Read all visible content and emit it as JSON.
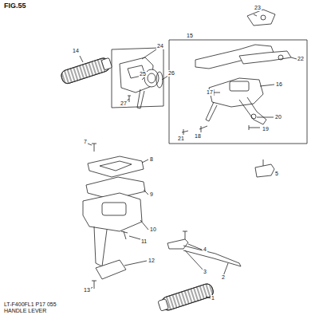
{
  "diagram": {
    "labels": [
      "FIG.55",
      "14",
      "24",
      "25",
      "26",
      "27",
      "23",
      "15",
      "22",
      "16",
      "17",
      "20",
      "19",
      "21",
      "18",
      "5",
      "7",
      "8",
      "9",
      "10",
      "11",
      "12",
      "13",
      "4",
      "3",
      "2",
      "1"
    ],
    "caption": "LT-F400FL1 P17 055 HANDLE LEVER"
  }
}
